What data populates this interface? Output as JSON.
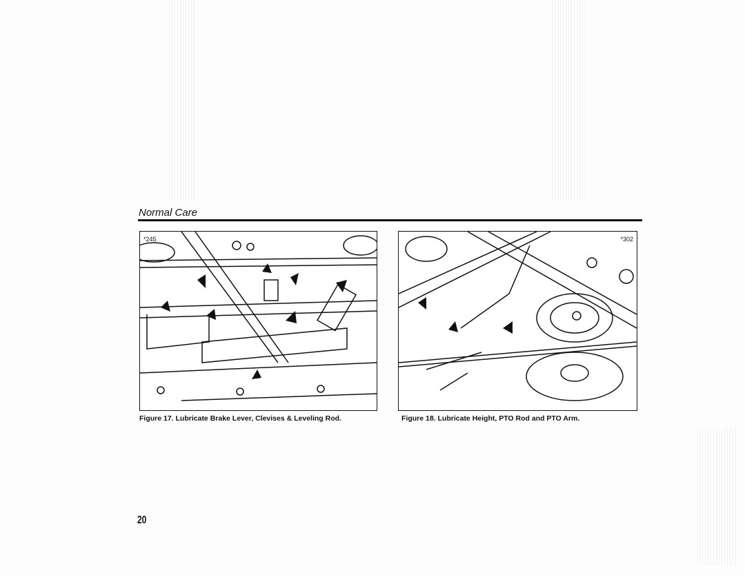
{
  "section_title": "Normal Care",
  "figures": [
    {
      "ref": "*245",
      "caption": "Figure 17. Lubricate Brake Lever, Clevises & Leveling Rod."
    },
    {
      "ref": "*302",
      "caption": "Figure 18. Lubricate Height, PTO Rod and PTO Arm."
    }
  ],
  "page_number": "20"
}
